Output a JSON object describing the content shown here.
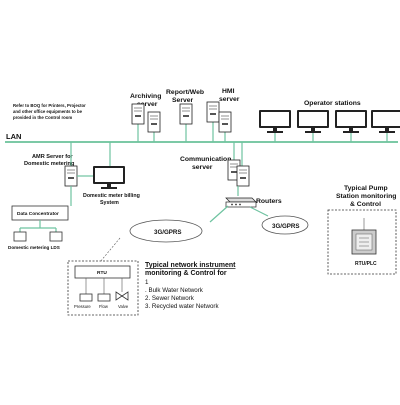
{
  "colors": {
    "lan_line": "#7cc9a6",
    "cable": "#6ec3a0",
    "device_outline": "#222222",
    "screen_fill": "#ffffff",
    "box_border": "#333333"
  },
  "labels": {
    "lan": "LAN",
    "note": [
      "Refer to BOQ for Printers, Projector",
      "and other office equipments to be",
      "provided in the Control room"
    ],
    "archiving_server": [
      "Archiving",
      "server"
    ],
    "report_web_server": [
      "Report/Web",
      "Server"
    ],
    "hmi_server": [
      "HMI",
      "server"
    ],
    "operator_stations": "Operator stations",
    "amr_server": [
      "AMR Server for",
      "Domestic metering"
    ],
    "billing_system": [
      "Domestic meter billing",
      "System"
    ],
    "communication_server": [
      "Communication",
      "server"
    ],
    "routers": "Routers",
    "gprs_left": "3G/GPRS",
    "gprs_right": "3G/GPRS",
    "data_concentrator": "Data Concentrator",
    "domestic_metering": "Domestic metering LDS",
    "pump_station": [
      "Typical Pump",
      "Station monitoring",
      "& Control"
    ],
    "rtu_plc": "RTU/PLC",
    "rtu": "RTU",
    "instrument_pressure": "Pressure",
    "instrument_flow": "Flow",
    "instrument_valve": "Valve",
    "network_title": [
      "Typical network instrument",
      "monitoring & Control for"
    ],
    "network_items": [
      "1",
      ". Bulk Water Network",
      "2. Sewer Network",
      "3. Recycled water Network"
    ]
  },
  "icons": {
    "server": "server-tower-icon",
    "monitor": "monitor-icon",
    "router": "router-icon",
    "cloud": "network-cloud-icon",
    "rtu_cabinet": "rtu-cabinet-icon"
  }
}
